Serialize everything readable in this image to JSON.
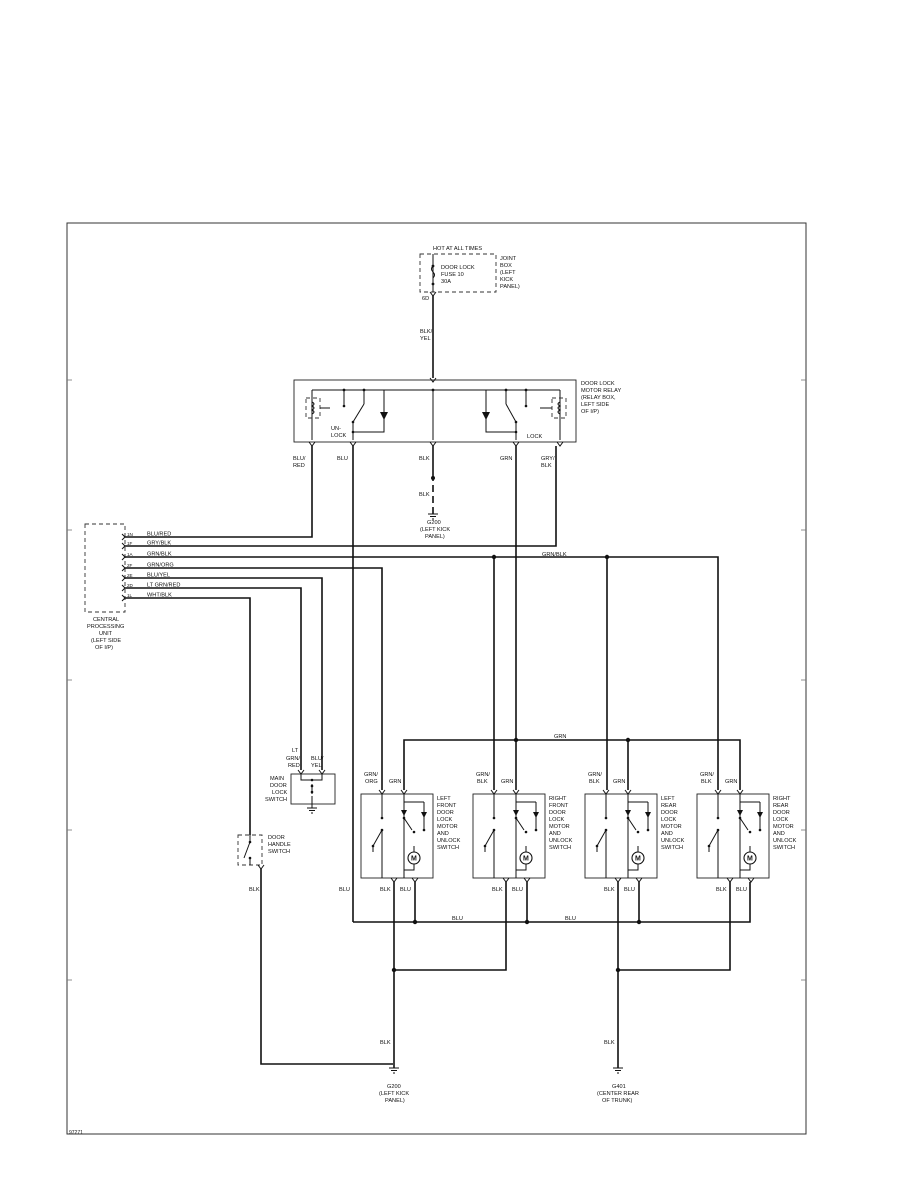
{
  "labels": {
    "hot": "HOT AT ALL TIMES",
    "joint_box": [
      "JOINT",
      "BOX",
      "(LEFT",
      "KICK",
      "PANEL)"
    ],
    "fuse": [
      "DOOR LOCK",
      "FUSE 10",
      "30A"
    ],
    "pin_6d": "6D",
    "blk_yel": [
      "BLK/",
      "YEL"
    ],
    "relay": [
      "DOOR LOCK",
      "MOTOR RELAY",
      "(RELAY BOX,",
      "LEFT SIDE",
      "OF I/P)"
    ],
    "unlock": [
      "UN-",
      "LOCK"
    ],
    "lock": "LOCK",
    "relay_out": {
      "blu_red": [
        "BLU/",
        "RED"
      ],
      "blu": "BLU",
      "blk": "BLK",
      "grn": "GRN",
      "gry_blk": [
        "GRY/",
        "BLK"
      ]
    },
    "blk_lower": "BLK",
    "g200_top": [
      "G200",
      "(LEFT KICK",
      "PANEL)"
    ],
    "cpu_rows": [
      {
        "pin": "1N",
        "wire": "BLU/RED"
      },
      {
        "pin": "1F",
        "wire": "GRY/BLK"
      },
      {
        "pin": "1A",
        "wire": "GRN/BLK"
      },
      {
        "pin": "2F",
        "wire": "GRN/ORG"
      },
      {
        "pin": "2E",
        "wire": "BLU/YEL"
      },
      {
        "pin": "2D",
        "wire": "LT GRN/RED"
      },
      {
        "pin": "1L",
        "wire": "WHT/BLK"
      }
    ],
    "cpu": [
      "CENTRAL",
      "PROCESSING",
      "UNIT",
      "(LEFT SIDE",
      "OF I/P)"
    ],
    "grn_blk": "GRN/BLK",
    "grn": "GRN",
    "main_switch_wires": {
      "lt": "LT",
      "grn_red": [
        "GRN/",
        "RED"
      ],
      "blu_yel": [
        "BLU/",
        "YEL"
      ]
    },
    "main_switch": [
      "MAIN",
      "DOOR",
      "LOCK",
      "SWITCH"
    ],
    "handle_switch": [
      "DOOR",
      "HANDLE",
      "SWITCH"
    ],
    "blk": "BLK",
    "blu": "BLU",
    "motor_symbol": "M",
    "motors": [
      {
        "wire_top": [
          "GRN/",
          "ORG"
        ],
        "name": [
          "LEFT",
          "FRONT",
          "DOOR",
          "LOCK",
          "MOTOR",
          "AND",
          "UNLOCK",
          "SWITCH"
        ]
      },
      {
        "wire_top": [
          "GRN/",
          "BLK"
        ],
        "name": [
          "RIGHT",
          "FRONT",
          "DOOR",
          "LOCK",
          "MOTOR",
          "AND",
          "UNLOCK",
          "SWITCH"
        ]
      },
      {
        "wire_top": [
          "GRN/",
          "BLK"
        ],
        "name": [
          "LEFT",
          "REAR",
          "DOOR",
          "LOCK",
          "MOTOR",
          "AND",
          "UNLOCK",
          "SWITCH"
        ]
      },
      {
        "wire_top": [
          "GRN/",
          "BLK"
        ],
        "name": [
          "RIGHT",
          "REAR",
          "DOOR",
          "LOCK",
          "MOTOR",
          "AND",
          "UNLOCK",
          "SWITCH"
        ]
      }
    ],
    "g200_bottom": [
      "G200",
      "(LEFT KICK",
      "PANEL)"
    ],
    "g401": [
      "G401",
      "(CENTER REAR",
      "OF TRUNK)"
    ],
    "footer_code": "97271"
  }
}
